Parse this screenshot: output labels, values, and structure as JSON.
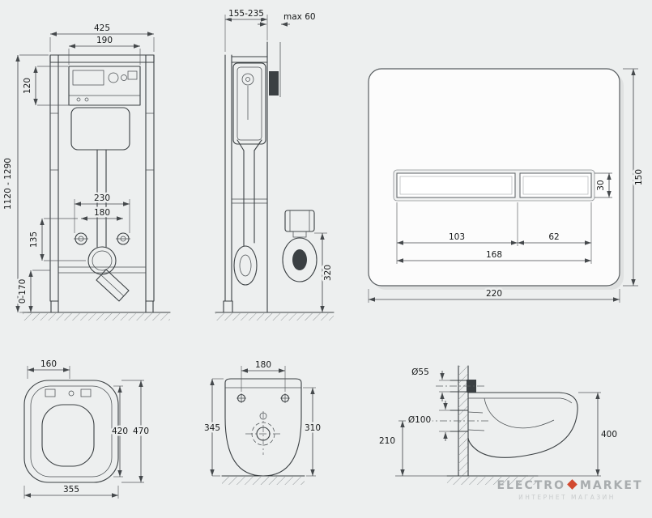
{
  "drawing": {
    "frame_front": {
      "d425": "425",
      "d190": "190",
      "d120": "120",
      "dheight": "1120 - 1290",
      "d230": "230",
      "d180": "180",
      "d135": "135",
      "d0170": "0-170"
    },
    "frame_side": {
      "drange": "155-235",
      "dmax": "max 60",
      "d320": "320"
    },
    "plate": {
      "d150": "150",
      "d30": "30",
      "d103": "103",
      "d62": "62",
      "d168": "168",
      "d220": "220"
    },
    "bowl_top": {
      "d160": "160",
      "d420": "420",
      "d470": "470",
      "d355": "355"
    },
    "bowl_front": {
      "d180": "180",
      "d345": "345",
      "d310": "310"
    },
    "bowl_side": {
      "d55": "Ø55",
      "d100": "Ø100",
      "d210": "210",
      "d400": "400"
    }
  },
  "watermark": {
    "brand1": "ELECTRO",
    "brand2": "MARKET",
    "subtitle": "ИНТЕРНЕТ МАГАЗИН",
    "accent_color": "#d24a30",
    "text_color": "#a8acae"
  },
  "colors": {
    "background": "#edefef",
    "line": "#3b4043",
    "dimension": "#45494c"
  }
}
